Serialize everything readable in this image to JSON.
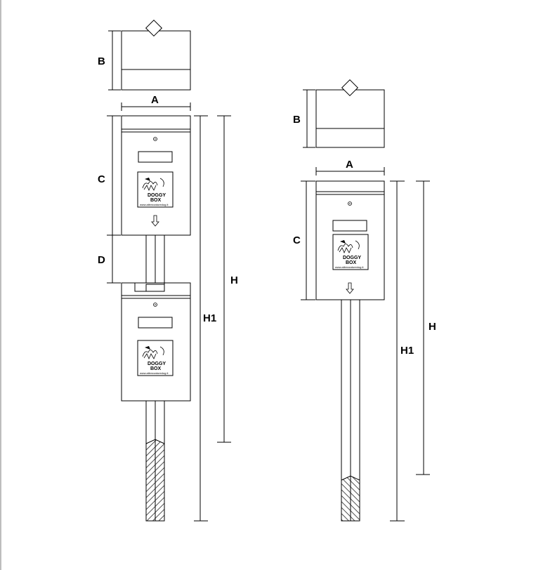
{
  "left_unit": {
    "dimensions": {
      "a": "A",
      "b": "B",
      "c": "C",
      "d": "D",
      "h": "H",
      "h1": "H1"
    },
    "box_upper": {
      "logo_line1": "DOGGY",
      "logo_line2": "BOX",
      "url": "www.attrezzaturedog.it"
    },
    "box_lower": {
      "logo_line1": "DOGGY",
      "logo_line2": "BOX",
      "url": "www.attrezzaturedog.it"
    }
  },
  "right_unit": {
    "dimensions": {
      "a": "A",
      "b": "B",
      "c": "C",
      "h": "H",
      "h1": "H1"
    },
    "box": {
      "logo_line1": "DOGGY",
      "logo_line2": "BOX",
      "url": "www.attrezzaturedog.it"
    }
  },
  "colors": {
    "line": "#000000",
    "background": "#ffffff",
    "frame_gray": "#bdbdbd"
  }
}
